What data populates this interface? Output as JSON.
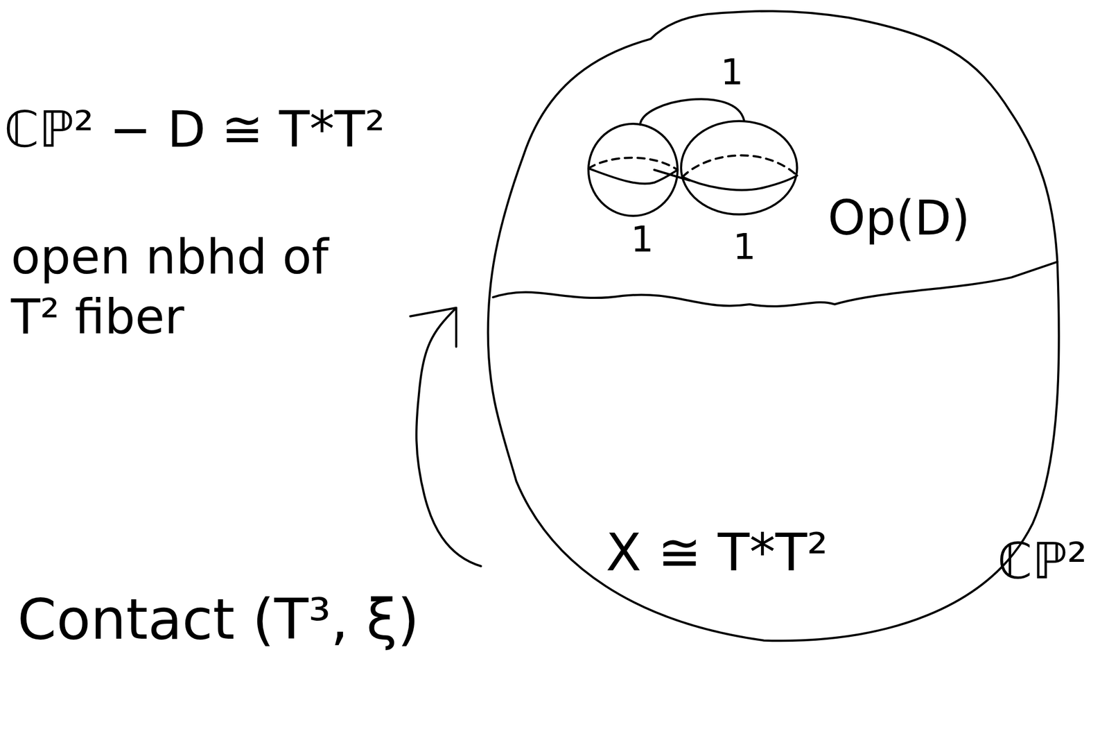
{
  "diagram": {
    "nodes": [
      {
        "text": [
          "ℂℙ²"
        ]
      },
      {
        "text": [
          "Op(D)"
        ],
        "in": 0
      },
      {
        "text": [
          "X ≅ T*T²"
        ],
        "in": 0
      }
    ],
    "labels": [
      "ℂℙ² − D ≅ T*T²",
      "open nbhd of T² fiber",
      "Contact (T³, ξ)",
      "1",
      "1",
      "1"
    ]
  }
}
